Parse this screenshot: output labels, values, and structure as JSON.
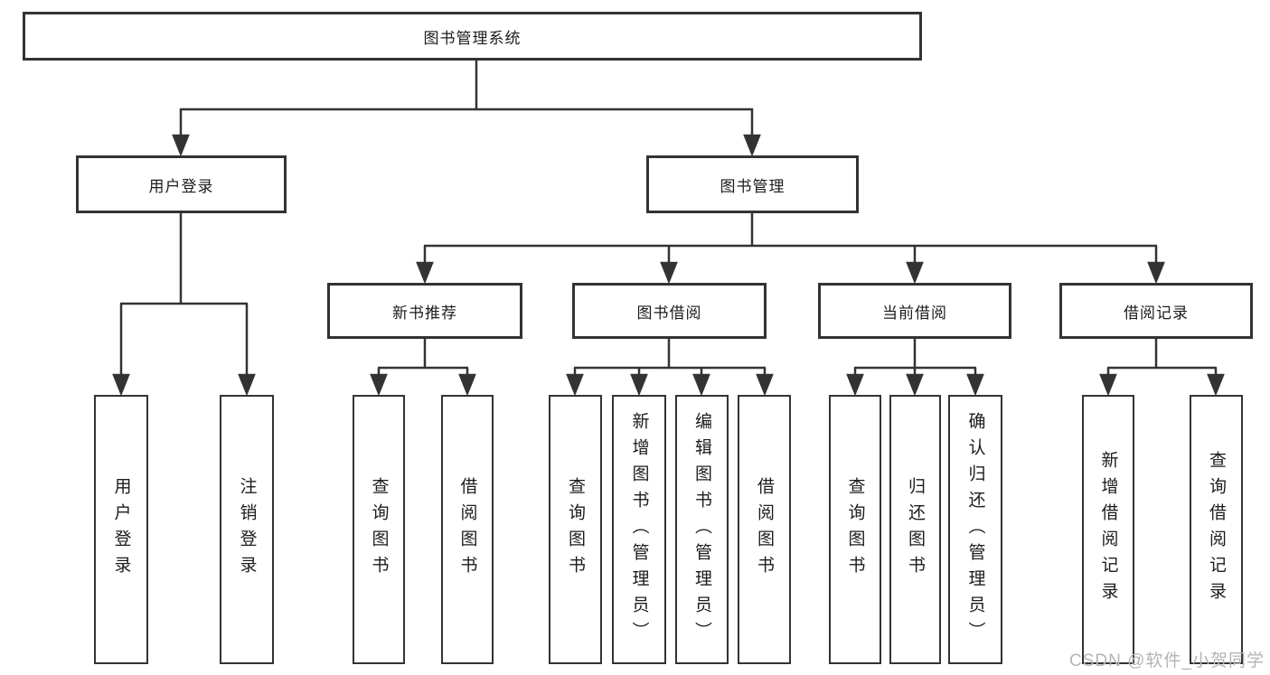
{
  "watermark": "CSDN @软件_小贺同学",
  "colors": {
    "line": "#333333",
    "box_border": "#333333",
    "box_background": "#ffffff",
    "text": "#1c1c1c",
    "watermark": "#b4b4b4"
  },
  "tree": {
    "label": "图书管理系统",
    "children": [
      {
        "label": "用户登录",
        "children": [
          {
            "label": "用户登录"
          },
          {
            "label": "注销登录"
          }
        ]
      },
      {
        "label": "图书管理",
        "children": [
          {
            "label": "新书推荐",
            "children": [
              {
                "label": "查询图书"
              },
              {
                "label": "借阅图书"
              }
            ]
          },
          {
            "label": "图书借阅",
            "children": [
              {
                "label": "查询图书"
              },
              {
                "label": "新增图书（管理员）"
              },
              {
                "label": "编辑图书（管理员）"
              },
              {
                "label": "借阅图书"
              }
            ]
          },
          {
            "label": "当前借阅",
            "children": [
              {
                "label": "查询图书"
              },
              {
                "label": "归还图书"
              },
              {
                "label": "确认归还（管理员）"
              }
            ]
          },
          {
            "label": "借阅记录",
            "children": [
              {
                "label": "新增借阅记录"
              },
              {
                "label": "查询借阅记录"
              }
            ]
          }
        ]
      }
    ]
  }
}
